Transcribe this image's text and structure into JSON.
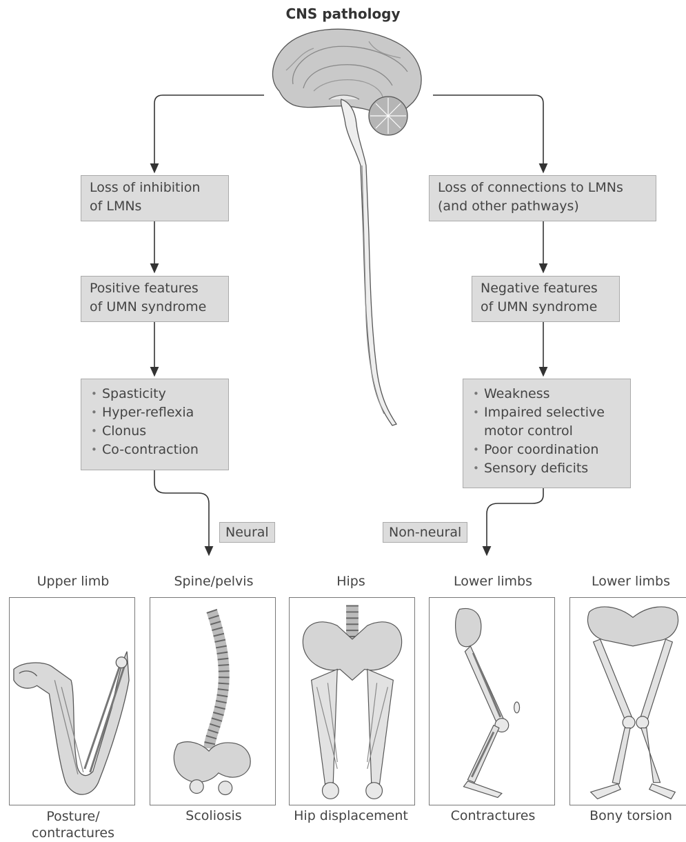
{
  "title": "CNS pathology",
  "left": {
    "cause": "Loss of inhibition\nof LMNs",
    "features": "Positive features\nof UMN syndrome",
    "symptoms": [
      "Spasticity",
      "Hyper-reflexia",
      "Clonus",
      "Co-contraction"
    ],
    "tag": "Neural"
  },
  "right": {
    "cause": "Loss of connections to LMNs\n(and other pathways)",
    "features": "Negative features\nof UMN syndrome",
    "symptoms": [
      "Weakness",
      "Impaired selective\nmotor control",
      "Poor coordination",
      "Sensory deficits"
    ],
    "tag": "Non-neural"
  },
  "panels": [
    {
      "region": "Upper limb",
      "outcome": "Posture/\ncontractures"
    },
    {
      "region": "Spine/pelvis",
      "outcome": "Scoliosis"
    },
    {
      "region": "Hips",
      "outcome": "Hip displacement"
    },
    {
      "region": "Lower limbs",
      "outcome": "Contractures"
    },
    {
      "region": "Lower limbs",
      "outcome": "Bony torsion"
    }
  ]
}
